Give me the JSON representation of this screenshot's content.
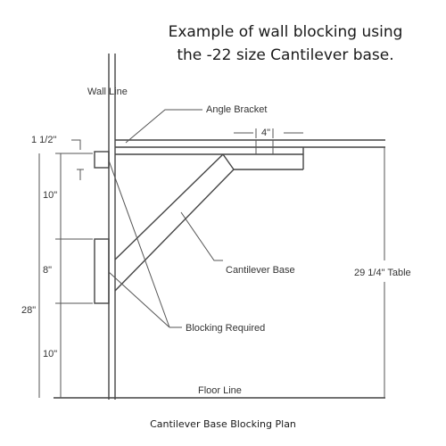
{
  "heading": {
    "line1": "Example of wall blocking using",
    "line2": "the -22 size Cantilever base."
  },
  "labels": {
    "wall_line": "Wall Line",
    "angle_bracket": "Angle Bracket",
    "width_4": "4\"",
    "dim_1_5": "1 1/2\"",
    "dim_10_top": "10\"",
    "dim_8": "8\"",
    "dim_28": "28\"",
    "dim_10_bottom": "10\"",
    "cantilever_base": "Cantilever Base",
    "table_height": "29 1/4\"  Table",
    "blocking_required": "Blocking Required",
    "floor_line": "Floor Line"
  },
  "caption": "Cantilever Base Blocking Plan"
}
